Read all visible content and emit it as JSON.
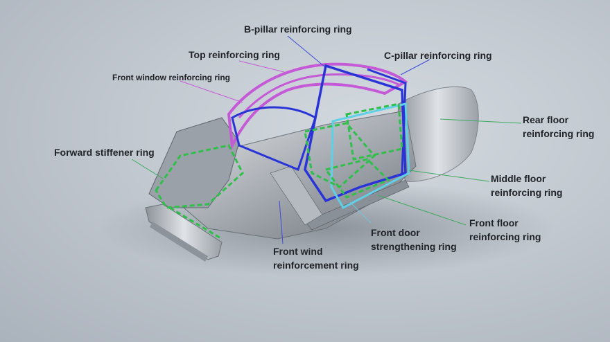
{
  "labels": {
    "b_pillar": "B-pillar reinforcing ring",
    "top": "Top reinforcing ring",
    "c_pillar": "C-pillar reinforcing ring",
    "front_window": "Front window reinforcing ring",
    "rear_floor": [
      "Rear floor",
      "reinforcing ring"
    ],
    "forward_stiffener": "Forward stiffener ring",
    "middle_floor": [
      "Middle floor",
      "reinforcing ring"
    ],
    "front_floor": [
      "Front floor",
      "reinforcing ring"
    ],
    "front_door": [
      "Front door",
      "strengthening ring"
    ],
    "front_wind": [
      "Front wind",
      "reinforcement ring"
    ]
  },
  "colors": {
    "background": "#c2c9d0",
    "text": "#1f2328",
    "ring_blue": "#2a33d6",
    "ring_magenta": "#c45ad6",
    "ring_green": "#2fbf4a",
    "ring_cyan": "#5fd0e6",
    "leader_blue": "#3b4bd9",
    "leader_magenta": "#c45ad6",
    "leader_green": "#3faa60",
    "leader_cyan": "#6fc7d9"
  }
}
